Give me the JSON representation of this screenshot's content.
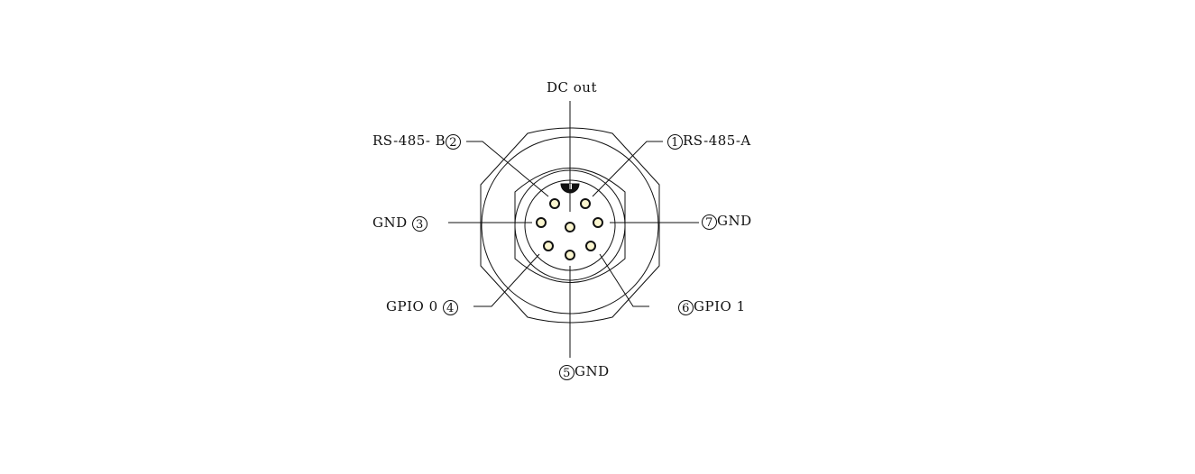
{
  "title": "DC out",
  "pins": [
    {
      "num": "1",
      "label": "RS-485-A"
    },
    {
      "num": "2",
      "label": "RS-485- B"
    },
    {
      "num": "3",
      "label": "GND"
    },
    {
      "num": "4",
      "label": "GPIO 0"
    },
    {
      "num": "5",
      "label": "GND"
    },
    {
      "num": "6",
      "label": "GPIO 1"
    },
    {
      "num": "7",
      "label": "GND"
    }
  ],
  "colors": {
    "pin_fill": "#fbf6cf",
    "line": "#111111"
  }
}
